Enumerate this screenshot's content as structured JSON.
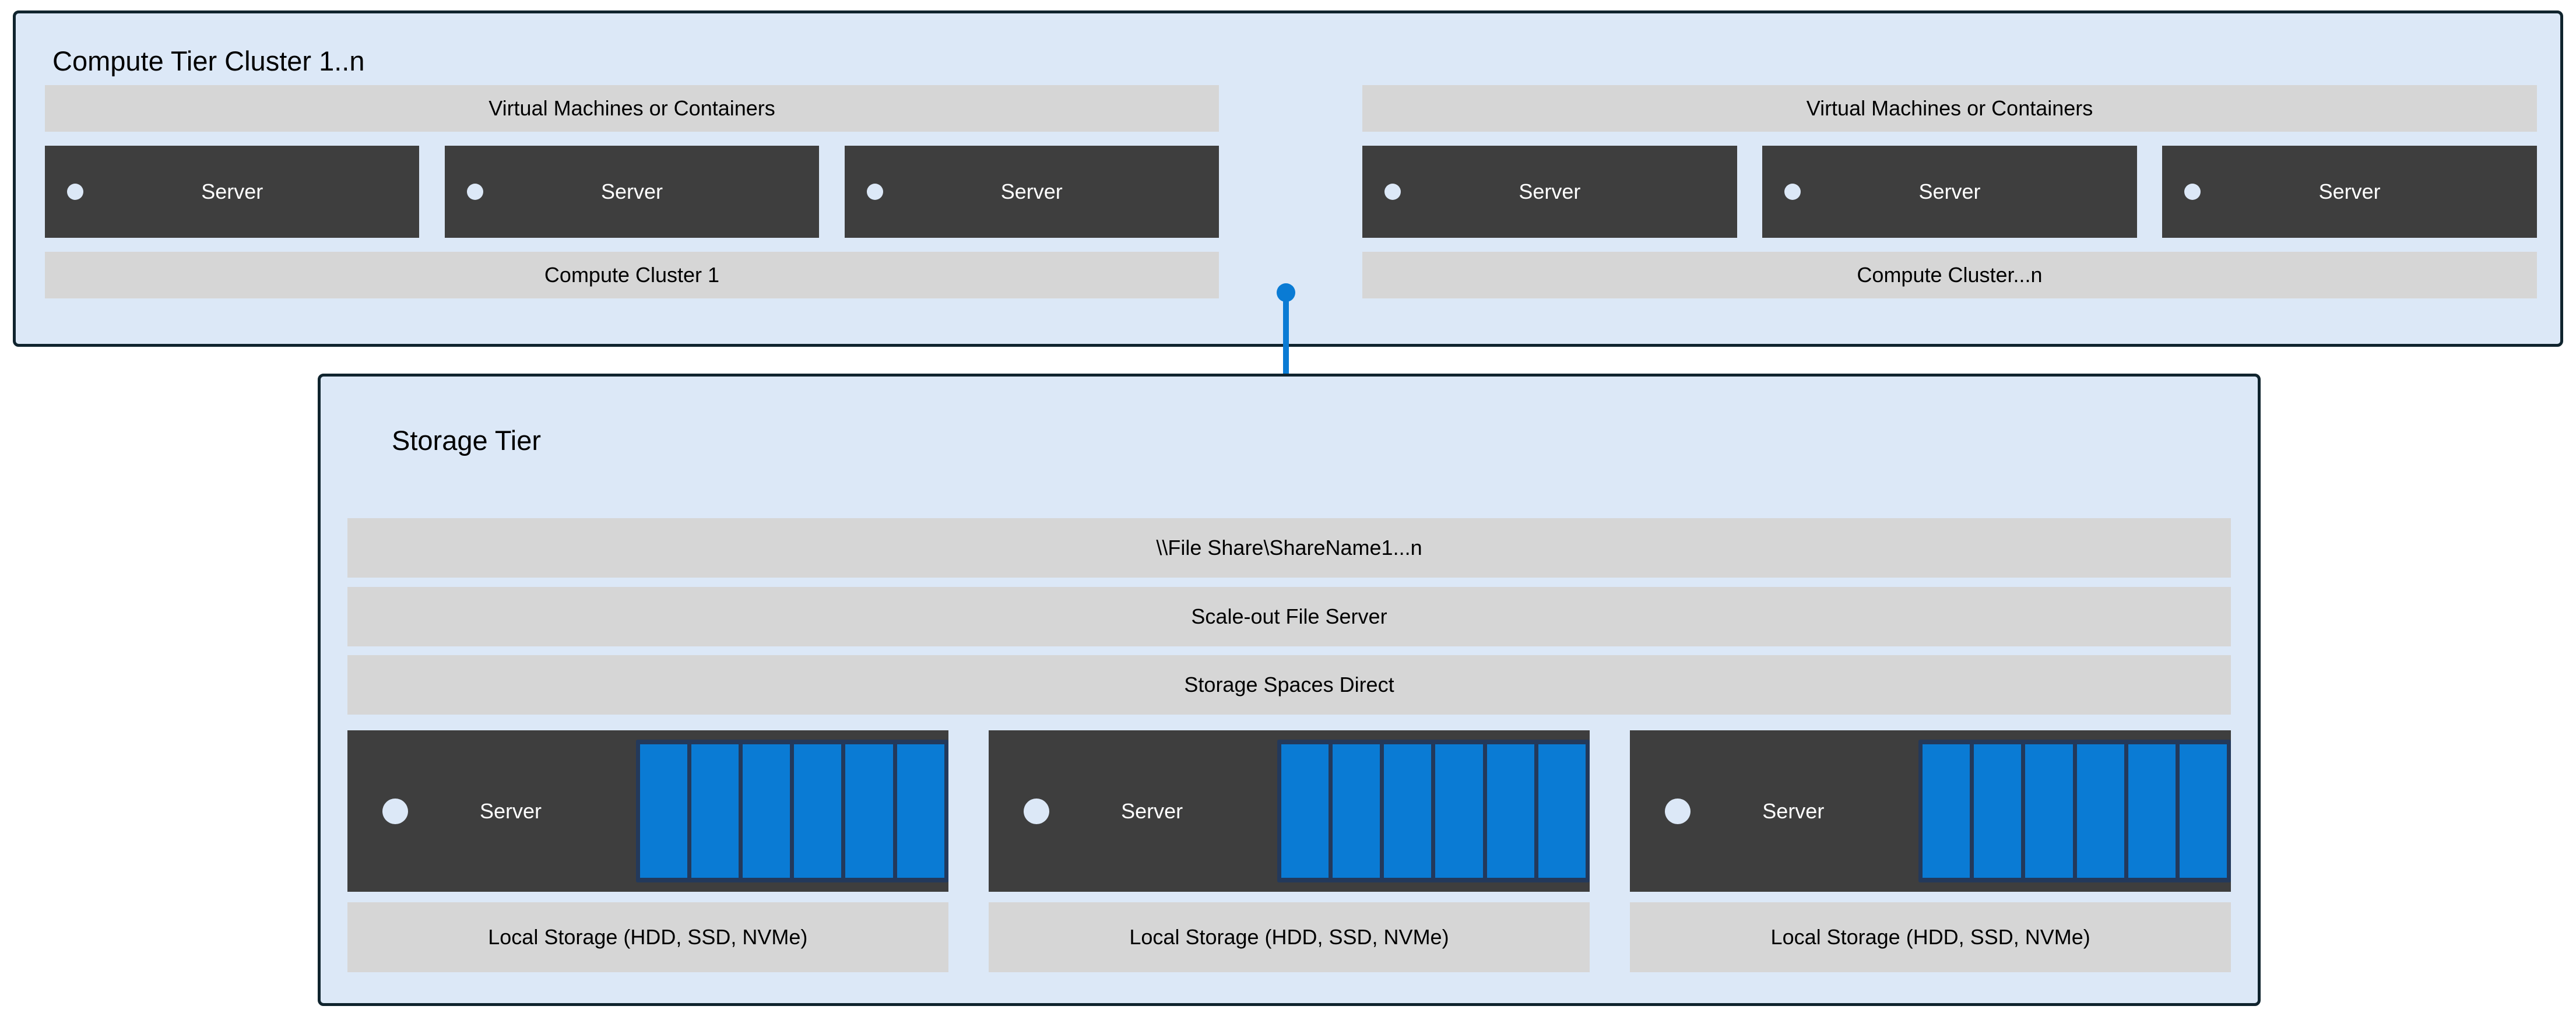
{
  "colors": {
    "page_background": "#FFFFFF",
    "tier_fill": "#DCE8F7",
    "tier_border": "#10242E",
    "band_fill": "#D6D6D6",
    "server_fill": "#3E3E3E",
    "server_text": "#FFFFFF",
    "accent_blue": "#0A7BD4",
    "disk_frame_navy": "#23395B",
    "text": "#000000"
  },
  "compute_tier": {
    "title": "Compute Tier Cluster 1..n",
    "clusters": [
      {
        "vm_band_label": "Virtual Machines or Containers",
        "cluster_name_label": "Compute Cluster 1",
        "servers": [
          {
            "label": "Server",
            "status_dot": "status-dot-icon"
          },
          {
            "label": "Server",
            "status_dot": "status-dot-icon"
          },
          {
            "label": "Server",
            "status_dot": "status-dot-icon"
          }
        ]
      },
      {
        "vm_band_label": "Virtual Machines or Containers",
        "cluster_name_label": "Compute Cluster...n",
        "servers": [
          {
            "label": "Server",
            "status_dot": "status-dot-icon"
          },
          {
            "label": "Server",
            "status_dot": "status-dot-icon"
          },
          {
            "label": "Server",
            "status_dot": "status-dot-icon"
          }
        ]
      }
    ]
  },
  "connector": {
    "icon": "folder-icon",
    "endpoint_top": "connection-endpoint-dot",
    "endpoint_bottom": "connection-endpoint-dot"
  },
  "storage_tier": {
    "title": "Storage Tier",
    "bands": [
      "\\\\File Share\\ShareName1...n",
      "Scale-out File Server",
      "Storage Spaces Direct"
    ],
    "nodes": [
      {
        "label": "Server",
        "status_dot": "status-dot-icon",
        "storage_label": "Local Storage (HDD, SSD, NVMe)",
        "disk_count": 6
      },
      {
        "label": "Server",
        "status_dot": "status-dot-icon",
        "storage_label": "Local Storage (HDD, SSD, NVMe)",
        "disk_count": 6
      },
      {
        "label": "Server",
        "status_dot": "status-dot-icon",
        "storage_label": "Local Storage (HDD, SSD, NVMe)",
        "disk_count": 6
      }
    ]
  }
}
